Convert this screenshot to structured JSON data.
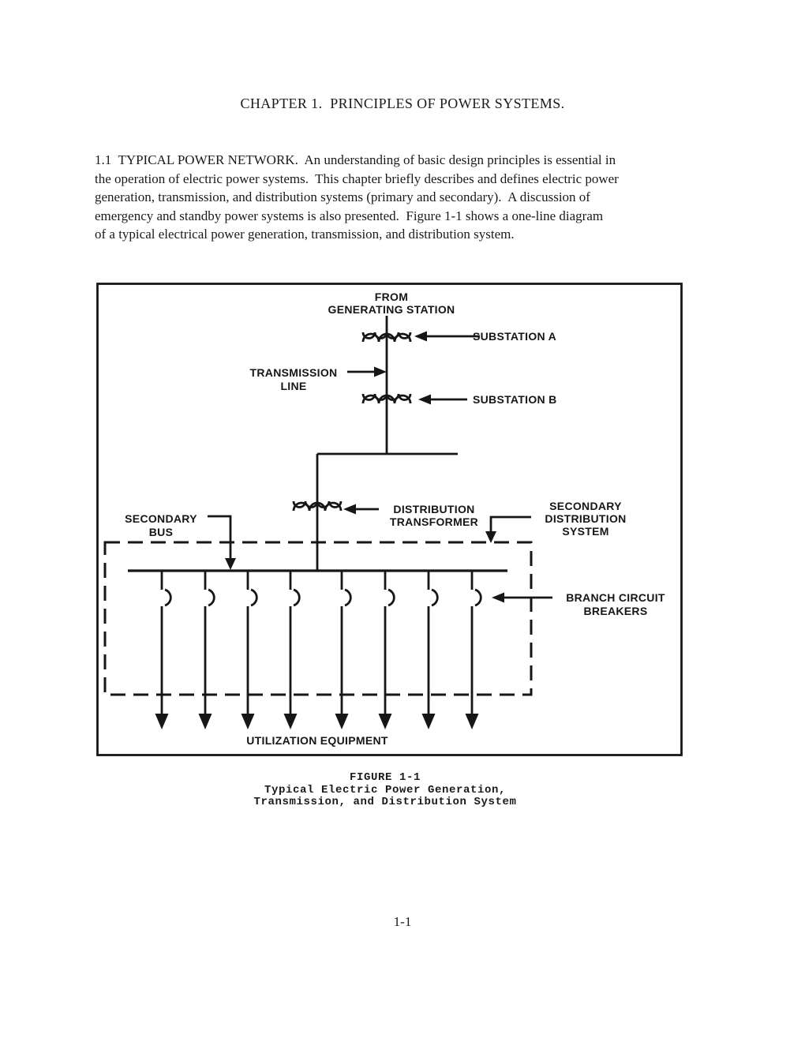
{
  "page": {
    "title": "CHAPTER 1.  PRINCIPLES OF POWER SYSTEMS.",
    "paragraph_lines": [
      "1.1  TYPICAL POWER NETWORK.  An understanding of basic design principles is essential in",
      "the operation of electric power systems.  This chapter briefly describes and defines electric power",
      "generation, transmission, and distribution systems (primary and secondary).  A discussion of",
      "emergency and standby power systems is also presented.  Figure 1-1 shows a one-line diagram",
      "of a typical electrical power generation, transmission, and distribution system."
    ],
    "page_number": "1-1"
  },
  "figure": {
    "labels": {
      "from_station_line1": "FROM",
      "from_station_line2": "GENERATING STATION",
      "substation_a": "SUBSTATION A",
      "transmission_line1": "TRANSMISSION",
      "transmission_line2": "LINE",
      "substation_b": "SUBSTATION B",
      "distribution_transformer_line1": "DISTRIBUTION",
      "distribution_transformer_line2": "TRANSFORMER",
      "secondary_bus_line1": "SECONDARY",
      "secondary_bus_line2": "BUS",
      "secondary_distribution_line1": "SECONDARY",
      "secondary_distribution_line2": "DISTRIBUTION",
      "secondary_distribution_line3": "SYSTEM",
      "branch_breakers_line1": "BRANCH CIRCUIT",
      "branch_breakers_line2": "BREAKERS",
      "utilization_equipment": "UTILIZATION EQUIPMENT"
    },
    "caption_lines": [
      "FIGURE 1-1",
      "Typical Electric Power Generation,",
      "Transmission, and Distribution System"
    ],
    "colors": {
      "ink": "#161616",
      "background": "#ffffff"
    }
  }
}
